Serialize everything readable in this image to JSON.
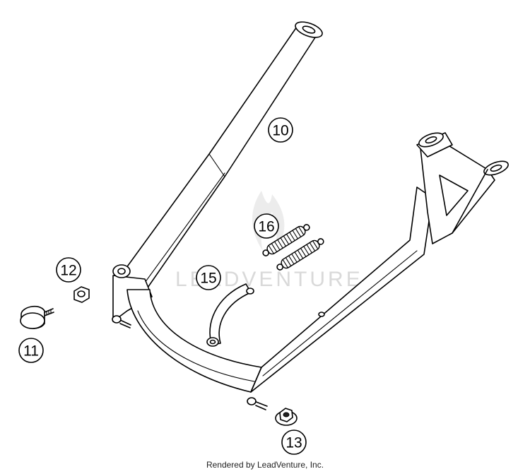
{
  "diagram": {
    "callouts": [
      {
        "id": "10",
        "label": "10"
      },
      {
        "id": "11",
        "label": "11"
      },
      {
        "id": "12",
        "label": "12"
      },
      {
        "id": "13",
        "label": "13"
      },
      {
        "id": "15",
        "label": "15"
      },
      {
        "id": "16",
        "label": "16"
      }
    ],
    "watermark": "LEADVENTURE"
  },
  "footer": {
    "credit": "Rendered by LeadVenture, Inc."
  }
}
